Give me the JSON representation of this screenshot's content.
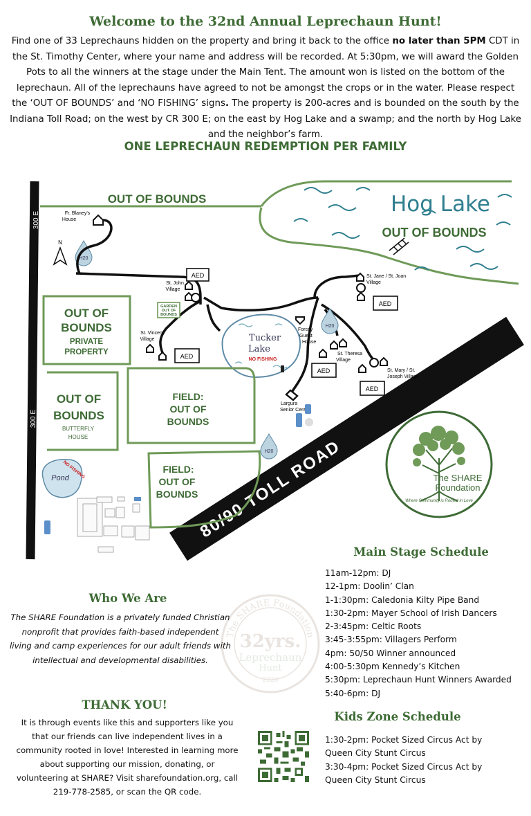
{
  "header": {
    "title": "Welcome to the 32nd Annual Leprechaun Hunt!",
    "intro_1": "Find one of 33 Leprechauns hidden on the property and bring it back to the office ",
    "intro_bold": "no later than 5PM",
    "intro_2": " CDT in the St. Timothy Center, where your name and address will be recorded. At 5:30pm, we will award the Golden Pots to all the winners at the stage under the Main Tent. The amount won is listed on the bottom of the leprechaun. All of the leprechauns have agreed to not be amongst the crops or in the water. Please respect the ‘OUT OF BOUNDS’ and ‘NO FISHING’ signs",
    "intro_dot": ".",
    "intro_3": " The property is 200-acres and is bounded on the south by the Indiana Toll Road; on the west by CR 300 E; on the east by Hog Lake and a swamp; and the north by Hog Lake and the neighbor’s farm.",
    "redemption": "ONE LEPRECHAUN REDEMPTION PER FAMILY"
  },
  "map": {
    "road_west": "300 E",
    "road_west_2": "300 E",
    "toll_road": "80/90 TOLL ROAD",
    "lake_name": "Hog Lake",
    "oob_top": "OUT OF BOUNDS",
    "oob_lake": "OUT OF BOUNDS",
    "oob_private_1": "OUT OF",
    "oob_private_2": "BOUNDS",
    "private_property_1": "PRIVATE",
    "private_property_2": "PROPERTY",
    "oob_butterfly_1": "OUT OF",
    "oob_butterfly_2": "BOUNDS",
    "butterfly_1": "BUTTERFLY",
    "butterfly_2": "HOUSE",
    "field1_1": "FIELD:",
    "field1_2": "OUT OF",
    "field1_3": "BOUNDS",
    "field2_1": "FIELD:",
    "field2_2": "OUT OF",
    "field2_3": "BOUNDS",
    "garden_1": "GARDEN",
    "garden_2": "OUT OF",
    "garden_3": "BOUNDS",
    "tucker_1": "Tucker",
    "tucker_2": "Lake",
    "no_fishing": "NO FISHING",
    "pond": "Pond",
    "no_fishing_pond": "NO FISHING",
    "north": "N",
    "h2o": "H20",
    "aed": "AED",
    "blaney_1": "Fr. Blaney's",
    "blaney_2": "House",
    "st_john_1": "St. John",
    "st_john_2": "Village",
    "st_vincent_1": "St. Vincent",
    "st_vincent_2": "Village",
    "forcey_1": "Forcey",
    "forcey_2": "Guest",
    "forcey_3": "House",
    "st_jane_1": "St. Jane / St. Joan",
    "st_jane_2": "Village",
    "st_theresa_1": "St. Theresa",
    "st_theresa_2": "Village",
    "st_mary_1": "St. Mary / St.",
    "st_mary_2": "Joseph Village",
    "largura_1": "Largura",
    "largura_2": "Senior Center"
  },
  "logo": {
    "name_1": "The SHARE",
    "name_2": "Foundation",
    "tagline": "Where Community is Rooted in Love"
  },
  "watermark": {
    "arc": "The SHARE Foundation",
    "years": "32yrs.",
    "line1": "Leprechaun",
    "line2": "Hunt",
    "year": "2026"
  },
  "main_stage": {
    "heading": "Main Stage Schedule",
    "items": [
      "11am-12pm: DJ",
      "12-1pm: Doolin’ Clan",
      "1-1:30pm: Caledonia Kilty Pipe Band",
      "1:30-2pm: Mayer School of Irish Dancers",
      "2-3:45pm: Celtic Roots",
      "3:45-3:55pm: Villagers Perform",
      "4pm: 50/50 Winner announced",
      "4:00-5:30pm Kennedy’s Kitchen",
      "5:30pm: Leprechaun Hunt Winners Awarded",
      "5:40-6pm: DJ"
    ]
  },
  "kids_zone": {
    "heading": "Kids Zone Schedule",
    "items": [
      "1:30-2pm: Pocket Sized Circus Act by",
      "Queen City Stunt Circus",
      "3:30-4pm: Pocket Sized Circus Act by",
      "Queen City Stunt Circus"
    ]
  },
  "who": {
    "heading": "Who We Are",
    "text": "The SHARE Foundation is a privately funded Christian nonprofit that provides faith-based independent living and camp experiences for our adult friends with intellectual and developmental disabilities."
  },
  "thanks": {
    "heading": "THANK YOU!",
    "text": "It is through events like this and supporters like you that our friends can live independent lives in a community rooted in love!  Interested in learning more about supporting our mission, donating, or volunteering at SHARE? Visit sharefoundation.org, call 219-778-2585, or scan the QR code."
  },
  "colors": {
    "brand_green": "#3e6b35",
    "line_green": "#6f9a58",
    "lake_line": "#2f7f8f"
  }
}
